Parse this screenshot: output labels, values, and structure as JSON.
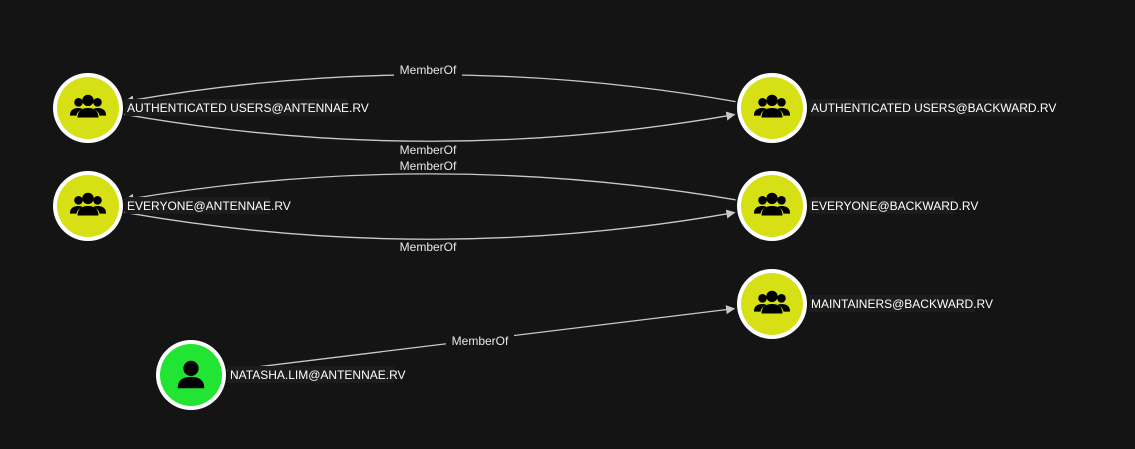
{
  "colors": {
    "background": "#141414",
    "group_node": "#d6e014",
    "user_node": "#22e533",
    "edge": "#c9c9c9"
  },
  "nodes": [
    {
      "id": "au_ant",
      "label": "AUTHENTICATED USERS@ANTENNAE.RV",
      "type": "group",
      "icon": "group-icon"
    },
    {
      "id": "ev_ant",
      "label": "EVERYONE@ANTENNAE.RV",
      "type": "group",
      "icon": "group-icon"
    },
    {
      "id": "natasha",
      "label": "NATASHA.LIM@ANTENNAE.RV",
      "type": "user",
      "icon": "user-icon"
    },
    {
      "id": "au_bw",
      "label": "AUTHENTICATED USERS@BACKWARD.RV",
      "type": "group",
      "icon": "group-icon"
    },
    {
      "id": "ev_bw",
      "label": "EVERYONE@BACKWARD.RV",
      "type": "group",
      "icon": "group-icon"
    },
    {
      "id": "maint_bw",
      "label": "MAINTAINERS@BACKWARD.RV",
      "type": "group",
      "icon": "group-icon"
    }
  ],
  "edges": [
    {
      "from": "au_bw",
      "to": "au_ant",
      "label": "MemberOf"
    },
    {
      "from": "au_ant",
      "to": "au_bw",
      "label": "MemberOf"
    },
    {
      "from": "ev_bw",
      "to": "ev_ant",
      "label": "MemberOf"
    },
    {
      "from": "ev_ant",
      "to": "ev_bw",
      "label": "MemberOf"
    },
    {
      "from": "natasha",
      "to": "maint_bw",
      "label": "MemberOf"
    }
  ]
}
